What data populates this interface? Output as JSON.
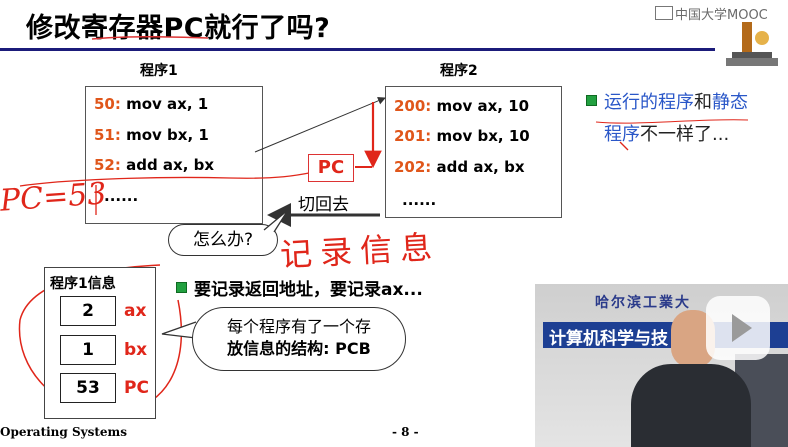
{
  "title": "修改寄存器PC就行了吗?",
  "logo": {
    "text": "中国大学MOOC"
  },
  "program1": {
    "label": "程序1",
    "lines": [
      {
        "addr": "50:",
        "code": "mov ax, 1"
      },
      {
        "addr": "51:",
        "code": "mov bx, 1"
      },
      {
        "addr": "52:",
        "code": "add ax, bx"
      },
      {
        "addr": "",
        "code": "......"
      }
    ]
  },
  "program2": {
    "label": "程序2",
    "lines": [
      {
        "addr": "200:",
        "code": "mov ax, 10"
      },
      {
        "addr": "201:",
        "code": "mov bx, 10"
      },
      {
        "addr": "202:",
        "code": "add ax, bx"
      },
      {
        "addr": "",
        "code": "......"
      }
    ]
  },
  "pc_label": "PC",
  "switch_back": "切回去",
  "question": "怎么办?",
  "handwriting": {
    "left": "PC=53",
    "right": "记录信息"
  },
  "right_note": {
    "part1": "运行的程序",
    "part2": "和",
    "part3": "静态",
    "part4": "程序",
    "part5": "不一样了..."
  },
  "record_note": "要记录返回地址，要记录ax...",
  "info": {
    "title": "程序1信息",
    "rows": [
      {
        "value": "2",
        "reg": "ax"
      },
      {
        "value": "1",
        "reg": "bx"
      },
      {
        "value": "53",
        "reg": "PC"
      }
    ]
  },
  "pcb": {
    "line1": "每个程序有了一个存",
    "line2": "放信息的结构: PCB"
  },
  "footer": {
    "left": "Operating Systems",
    "page": "- 8 -"
  },
  "video": {
    "banner": "计算机科学与技",
    "school": "哈尔滨工業大"
  },
  "colors": {
    "accent_red": "#e0261a",
    "note_blue": "#2a57c8",
    "title_rule": "#1b1b7a",
    "bullet_green": "#22a040"
  }
}
